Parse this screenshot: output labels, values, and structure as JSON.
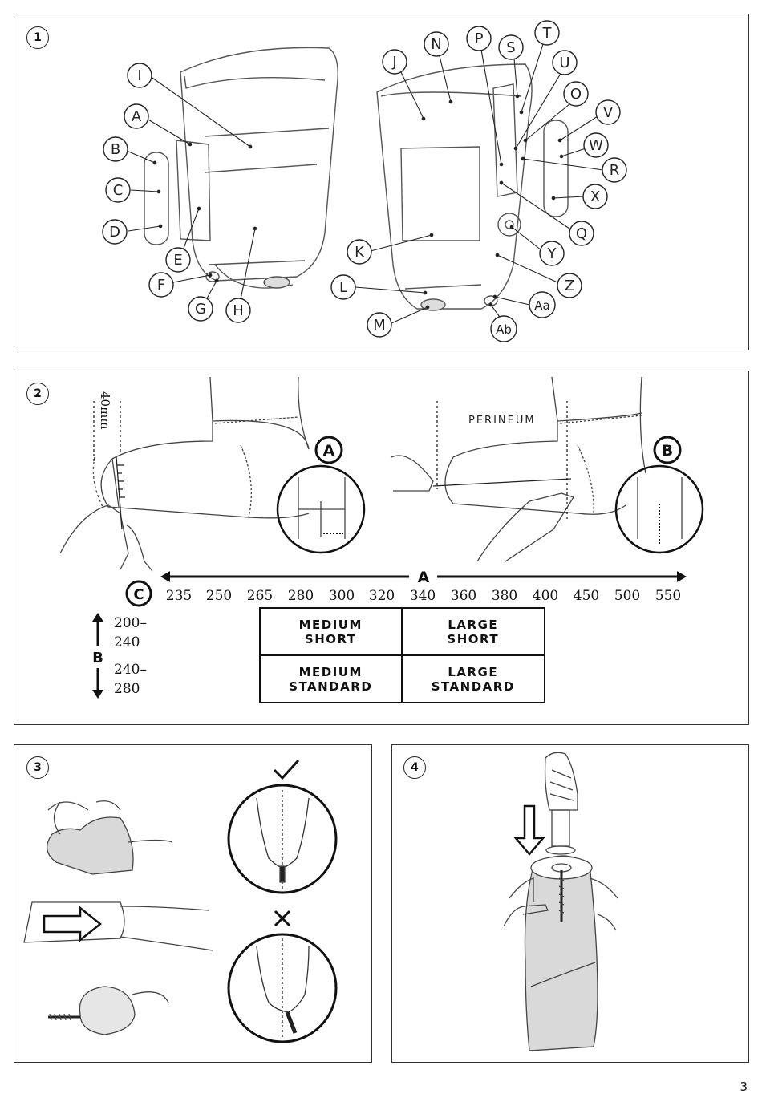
{
  "panels": [
    {
      "number": "1"
    },
    {
      "number": "2"
    },
    {
      "number": "3"
    },
    {
      "number": "4"
    }
  ],
  "panel1": {
    "left_labels": [
      "I",
      "A",
      "B",
      "C",
      "D",
      "E",
      "F",
      "G",
      "H"
    ],
    "right_labels": [
      "J",
      "N",
      "P",
      "S",
      "T",
      "U",
      "O",
      "V",
      "W",
      "R",
      "X",
      "Q",
      "Y",
      "K",
      "L",
      "Z",
      "Aa",
      "M",
      "Ab"
    ]
  },
  "panel2": {
    "measure_40mm": "40mm",
    "perineum": "PERINEUM",
    "callout_a": "A",
    "callout_b": "B",
    "axis_a_label": "A",
    "axis_c_label": "C",
    "axis_b_label": "B",
    "a_values": [
      "235",
      "250",
      "265",
      "280",
      "300",
      "320",
      "340",
      "360",
      "380",
      "400",
      "450",
      "500",
      "550"
    ],
    "b_values": [
      "200–\n240",
      "240–\n280"
    ],
    "size_table": [
      "MEDIUM\nSHORT",
      "LARGE\nSHORT",
      "MEDIUM\nSTANDARD",
      "LARGE\nSTANDARD"
    ]
  },
  "page_number": "3",
  "colors": {
    "line": "#222222",
    "fill_gray": "#d9d9d9"
  }
}
